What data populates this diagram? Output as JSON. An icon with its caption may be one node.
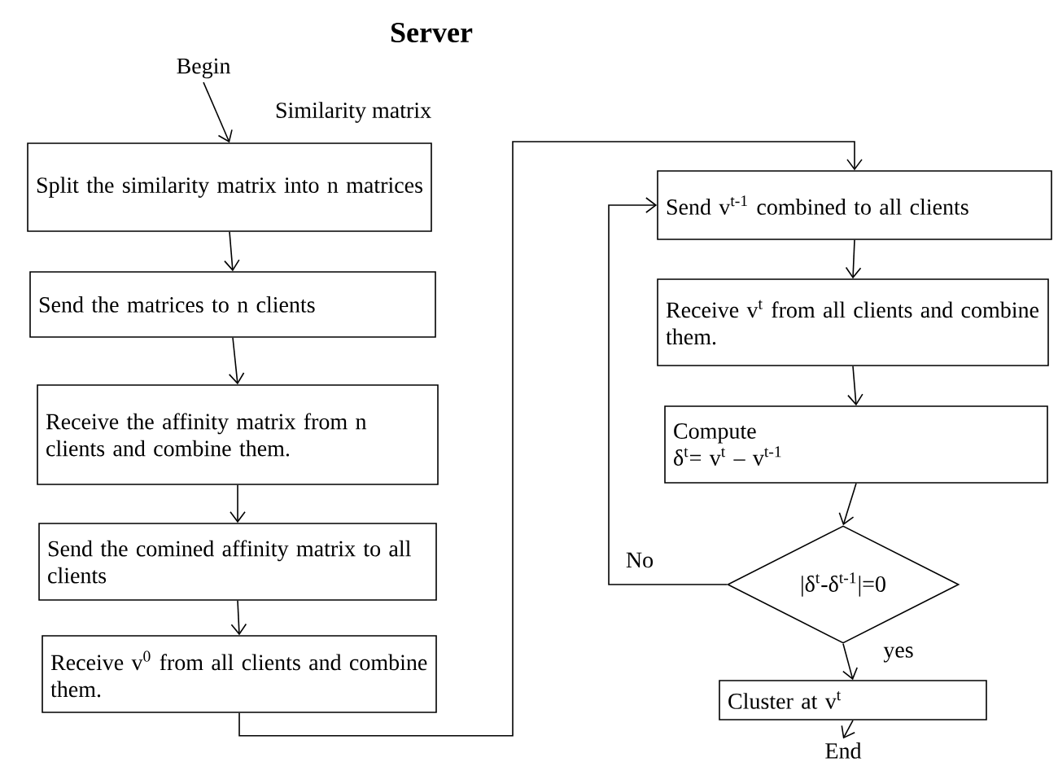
{
  "diagram": {
    "title": "Server",
    "nodes": [
      {
        "text": [
          "Begin"
        ]
      },
      {
        "text": [
          "Split the similarity matrix into n matrices"
        ]
      },
      {
        "text": [
          "Send the matrices to n clients"
        ]
      },
      {
        "text": [
          "Receive the affinity matrix from n clients and combine them."
        ]
      },
      {
        "text": [
          "Send the comined affinity matrix to all clients"
        ]
      },
      {
        "text": [
          "Receive v$^{0}$ from all clients and combine them."
        ]
      },
      {
        "text": [
          "Send v$^{t-1}$ combined to all clients"
        ]
      },
      {
        "text": [
          "Receive v$^{t}$ from all clients and combine them."
        ]
      },
      {
        "text": [
          "Compute",
          "δ$^{t}$= v$^{t}$ – v$^{t-1}$"
        ]
      },
      {
        "text": [
          "|δ$^{t}$-δ$^{t-1}$|=0"
        ]
      },
      {
        "text": [
          "Cluster at v$^{t}$"
        ]
      },
      {
        "text": [
          "End"
        ]
      }
    ],
    "edges": [
      {
        "from": 0,
        "to": 1,
        "arrow": "to",
        "label": "Similarity matrix"
      },
      {
        "from": 1,
        "to": 2,
        "arrow": "to"
      },
      {
        "from": 2,
        "to": 3,
        "arrow": "to"
      },
      {
        "from": 3,
        "to": 4,
        "arrow": "to"
      },
      {
        "from": 4,
        "to": 5,
        "arrow": "to"
      },
      {
        "from": 5,
        "to": 6,
        "arrow": "to"
      },
      {
        "from": 6,
        "to": 7,
        "arrow": "to"
      },
      {
        "from": 7,
        "to": 8,
        "arrow": "to"
      },
      {
        "from": 8,
        "to": 9,
        "arrow": "to"
      },
      {
        "from": 9,
        "to": 6,
        "arrow": "to",
        "label": "No"
      },
      {
        "from": 9,
        "to": 10,
        "arrow": "to",
        "label": "yes"
      },
      {
        "from": 10,
        "to": 11,
        "arrow": "to"
      }
    ]
  }
}
